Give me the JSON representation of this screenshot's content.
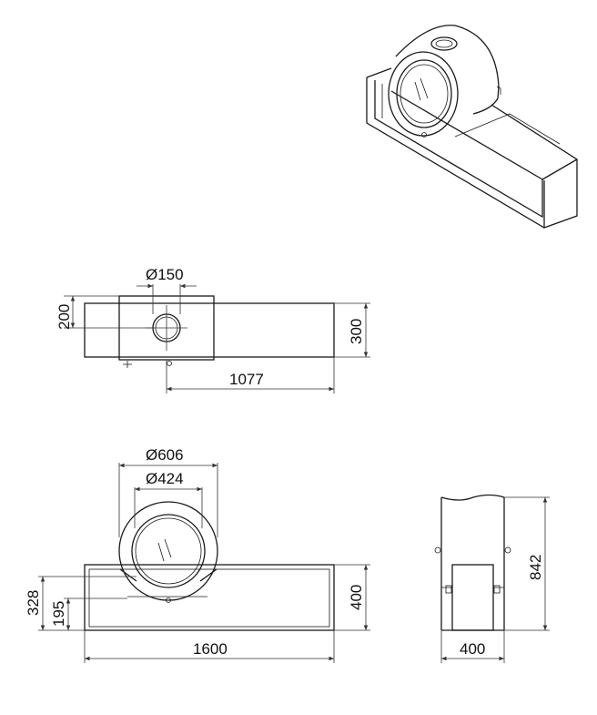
{
  "dimensions": {
    "top_flue_diameter": "Ø150",
    "top_depth_small": "200",
    "top_depth": "300",
    "top_offset": "1077",
    "front_outer_diameter": "Ø606",
    "front_inner_diameter": "Ø424",
    "front_height_a": "328",
    "front_height_b": "195",
    "front_height_bench": "400",
    "front_width": "1600",
    "side_height": "842",
    "side_depth": "400"
  },
  "colors": {
    "line": "#1a1a1a",
    "background": "#ffffff"
  }
}
